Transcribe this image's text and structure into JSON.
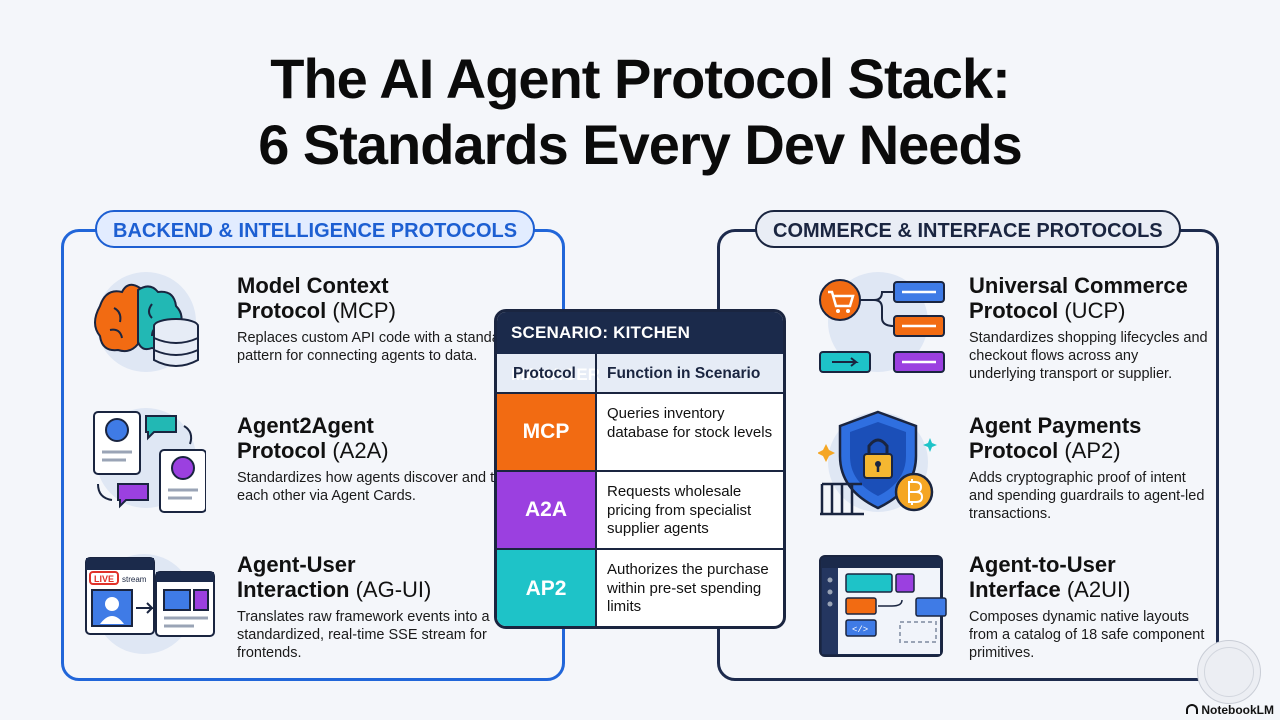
{
  "title_line1": "The AI Agent Protocol Stack:",
  "title_line2": "6 Standards Every Dev Needs",
  "left_panel": {
    "label": "BACKEND & INTELLIGENCE PROTOCOLS",
    "items": [
      {
        "name": "Model Context",
        "name2": "Protocol",
        "abbr": "(MCP)",
        "desc": "Replaces custom API code with a standard pattern for connecting agents to data.",
        "icon": "brain-database-icon"
      },
      {
        "name": "Agent2Agent",
        "name2": "Protocol",
        "abbr": "(A2A)",
        "desc": "Standardizes how agents discover and talk to each other via Agent Cards.",
        "icon": "agent-cards-chat-icon"
      },
      {
        "name": "Agent-User",
        "name2": "Interaction",
        "abbr": "(AG-UI)",
        "desc": "Translates raw framework events into a standardized, real-time SSE stream for frontends.",
        "icon": "live-stream-icon",
        "icon_text_live": "LIVE",
        "icon_text_stream": "stream"
      }
    ]
  },
  "right_panel": {
    "label": "COMMERCE & INTERFACE PROTOCOLS",
    "items": [
      {
        "name": "Universal Commerce",
        "name2": "Protocol",
        "abbr": "(UCP)",
        "desc": "Standardizes shopping lifecycles and checkout flows across any underlying transport or supplier.",
        "icon": "shopping-cart-flow-icon"
      },
      {
        "name": "Agent Payments",
        "name2": "Protocol",
        "abbr": "(AP2)",
        "desc": "Adds cryptographic proof of intent and spending guardrails to agent-led transactions.",
        "icon": "shield-lock-bitcoin-icon"
      },
      {
        "name": "Agent-to-User",
        "name2": "Interface",
        "abbr": "(A2UI)",
        "desc": "Composes dynamic native layouts from a catalog of 18 safe component primitives.",
        "icon": "ui-components-icon",
        "icon_text_code": "</>"
      }
    ]
  },
  "scenario": {
    "header": "SCENARIO: KITCHEN MANAGER",
    "col_protocol": "Protocol",
    "col_function": "Function in Scenario",
    "rows": [
      {
        "protocol": "MCP",
        "function": "Queries inventory database for stock levels",
        "color": "#f26b12"
      },
      {
        "protocol": "A2A",
        "function": "Requests wholesale pricing from specialist supplier agents",
        "color": "#9b40e0"
      },
      {
        "protocol": "AP2",
        "function": "Authorizes the purchase within pre-set spending limits",
        "color": "#1ec3c8"
      }
    ]
  },
  "colors": {
    "blue_accent": "#1e63d6",
    "navy": "#1b2a4b",
    "orange": "#f26b12",
    "purple": "#9b40e0",
    "teal": "#1ec3c8"
  },
  "brand": "NotebookLM"
}
